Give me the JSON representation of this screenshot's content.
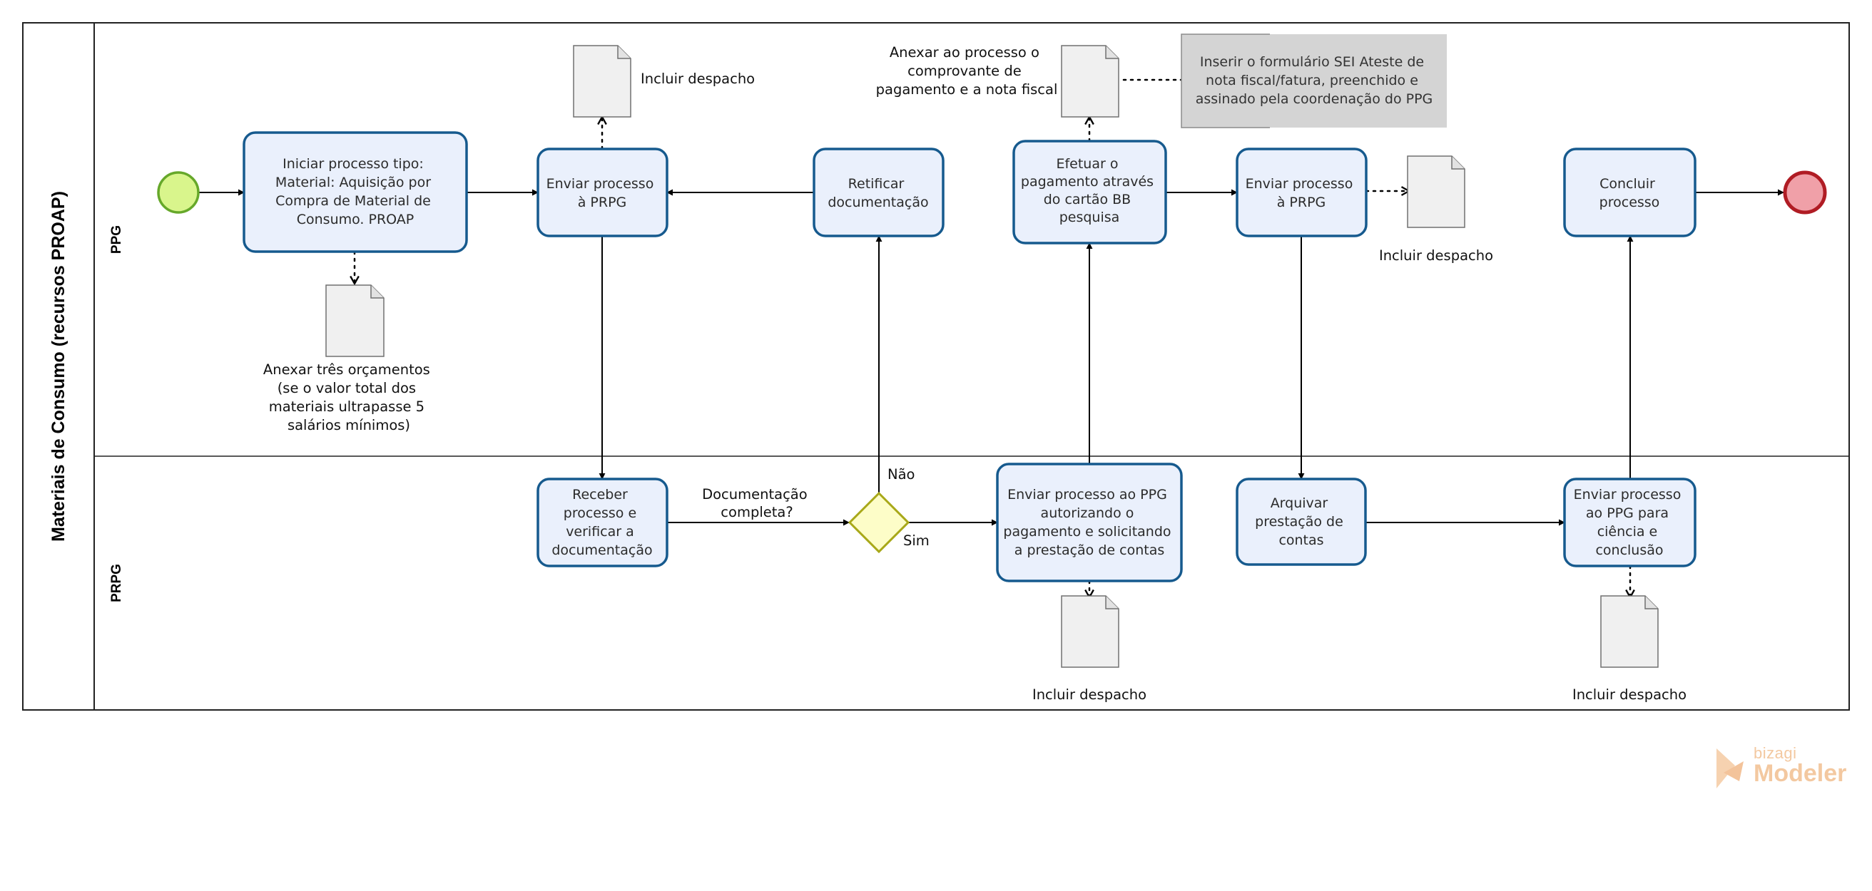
{
  "pool": {
    "title": "Materiais de Consumo (recursos PROAP)"
  },
  "lanes": {
    "ppg": "PPG",
    "prpg": "PRPG"
  },
  "tasks": {
    "iniciar": [
      "Iniciar processo tipo:",
      "Material: Aquisição por",
      "Compra de Material de",
      "Consumo. PROAP"
    ],
    "enviar_prpg_1": [
      "Enviar processo",
      "à PRPG"
    ],
    "retificar": [
      "Retificar",
      "documentação"
    ],
    "efetuar": [
      "Efetuar o",
      "pagamento através",
      "do cartão BB",
      "pesquisa"
    ],
    "enviar_prpg_2": [
      "Enviar processo",
      "à PRPG"
    ],
    "concluir": [
      "Concluir",
      "processo"
    ],
    "receber": [
      "Receber",
      "processo e",
      "verificar a",
      "documentação"
    ],
    "enviar_ppg_autorizando": [
      "Enviar processo ao PPG",
      "autorizando o",
      "pagamento e solicitando",
      "a prestação de contas"
    ],
    "arquivar": [
      "Arquivar",
      "prestação de",
      "contas"
    ],
    "enviar_ppg_ciencia": [
      "Enviar processo",
      "ao PPG para",
      "ciência e",
      "conclusão"
    ]
  },
  "gateway": {
    "question": [
      "Documentação",
      "completa?"
    ],
    "no_label": "Não",
    "yes_label": "Sim"
  },
  "documents": {
    "anexar_orcamentos": [
      "Anexar três orçamentos",
      "(se o valor total dos",
      "materiais ultrapasse 5",
      "salários mínimos)"
    ],
    "incluir_despacho_1": [
      "Incluir despacho"
    ],
    "anexar_comprovante": [
      "Anexar ao processo o",
      "comprovante de",
      "pagamento e a nota fiscal"
    ],
    "incluir_despacho_2": [
      "Incluir despacho"
    ],
    "incluir_despacho_3": [
      "Incluir despacho"
    ],
    "incluir_despacho_4": [
      "Incluir despacho"
    ]
  },
  "annotation": [
    "Inserir o formulário SEI Ateste de",
    "nota fiscal/fatura, preenchido e",
    "assinado pela coordenação do PPG"
  ],
  "watermark": {
    "brand": "bizagi",
    "product": "Modeler"
  },
  "colors": {
    "start_event": "#d9f58c",
    "end_event": "#f0a0a8",
    "task_fill": "#eaf0fc",
    "task_border": "#165a8e",
    "gateway_fill": "#fdfdc8",
    "annotation_fill": "#d4d4d4"
  }
}
